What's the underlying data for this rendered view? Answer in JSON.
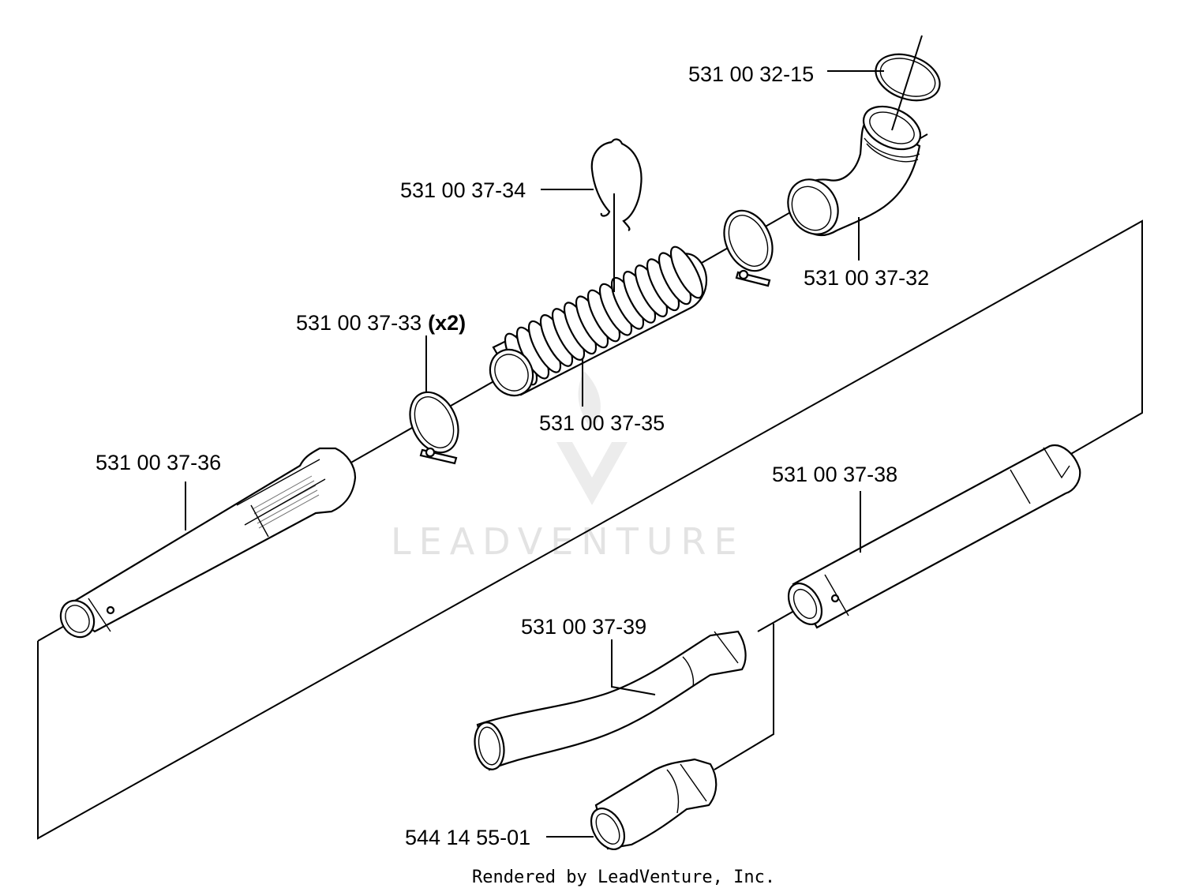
{
  "footer": "Rendered by LeadVenture, Inc.",
  "watermark": "LEADVENTURE",
  "callouts": [
    {
      "id": "oring",
      "part_number": "531 00 32-15",
      "qty": ""
    },
    {
      "id": "label-clip",
      "part_number": "531 00 37-34",
      "qty": ""
    },
    {
      "id": "elbow",
      "part_number": "531 00 37-32",
      "qty": ""
    },
    {
      "id": "hose-clamp",
      "part_number": "531 00 37-33",
      "qty": "(x2)"
    },
    {
      "id": "flex-hose",
      "part_number": "531 00 37-35",
      "qty": ""
    },
    {
      "id": "handle-tube",
      "part_number": "531 00 37-36",
      "qty": ""
    },
    {
      "id": "straight-tube",
      "part_number": "531 00 37-38",
      "qty": ""
    },
    {
      "id": "curved-nozzle",
      "part_number": "531 00 37-39",
      "qty": ""
    },
    {
      "id": "tapered-nozzle",
      "part_number": "544 14 55-01",
      "qty": ""
    }
  ],
  "colors": {
    "line": "#000000",
    "watermark": "#e3e3e3",
    "background": "#ffffff"
  }
}
